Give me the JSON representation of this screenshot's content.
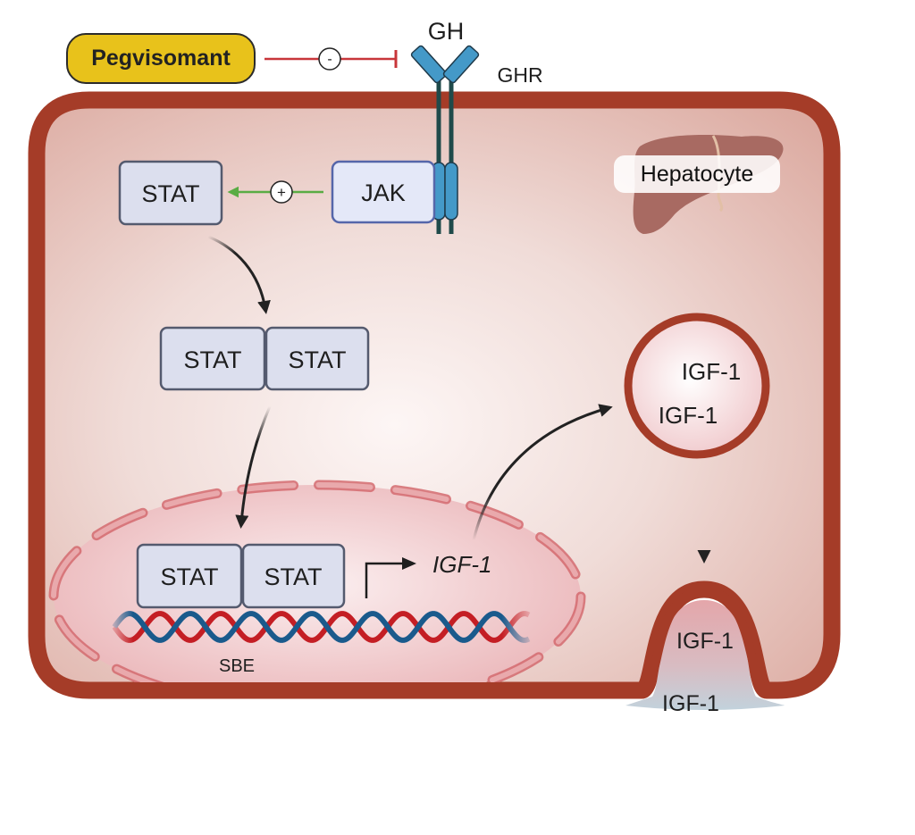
{
  "diagram": {
    "title": "GH / GHR / JAK-STAT signaling and IGF-1 secretion in the hepatocyte",
    "drug": {
      "label": "Pegvisomant",
      "effect_symbol": "-",
      "effect": "inhibits"
    },
    "ligand": {
      "label": "GH"
    },
    "receptor": {
      "label": "GHR"
    },
    "cell": {
      "label": "Hepatocyte"
    },
    "kinase": {
      "label": "JAK",
      "effect_symbol": "+",
      "effect": "activates"
    },
    "stat_monomer": {
      "label": "STAT"
    },
    "stat_dimer": {
      "labels": [
        "STAT",
        "STAT"
      ]
    },
    "nuclear_stat_dimer": {
      "labels": [
        "STAT",
        "STAT"
      ]
    },
    "gene": {
      "label": "IGF-1"
    },
    "dna_element": {
      "label": "SBE"
    },
    "vesicle": {
      "labels": [
        "IGF-1",
        "IGF-1"
      ]
    },
    "secretion": {
      "inside_label": "IGF-1",
      "outside_label": "IGF-1"
    }
  },
  "colors": {
    "membrane": "#a53c28",
    "cytoplasm": "#e8c7c0",
    "drug_fill": "#e8c21b",
    "inhibition_line": "#c8363a",
    "activation_line": "#5aac44",
    "receptor_blue": "#4499c8",
    "receptor_stalk": "#1f4a4a",
    "stat_fill": "#dcdfee",
    "stat_border": "#545a6e",
    "jak_fill": "#e4e8f8",
    "jak_border": "#5566aa",
    "dna_red": "#c41e24",
    "dna_blue": "#1a5a8c",
    "nucleus_envelope": "#d36a6e"
  }
}
